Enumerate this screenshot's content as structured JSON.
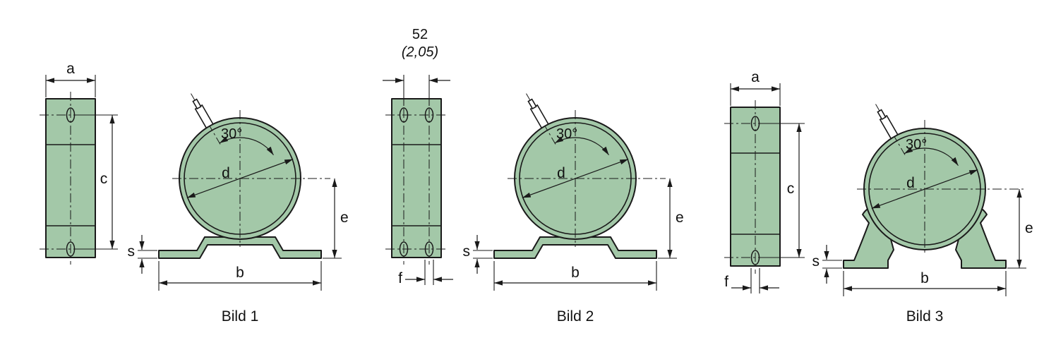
{
  "colors": {
    "part_fill": "#a3c8a8",
    "line": "#1a1a1a",
    "background": "#ffffff"
  },
  "top_dimension": {
    "value": "52",
    "tolerance": "(2,05)"
  },
  "figures": [
    {
      "caption": "Bild 1",
      "dims": {
        "a": "a",
        "c": "c",
        "d": "d",
        "e": "e",
        "b": "b",
        "s": "s",
        "angle": "30°"
      }
    },
    {
      "caption": "Bild 2",
      "dims": {
        "f": "f",
        "d": "d",
        "e": "e",
        "b": "b",
        "s": "s",
        "angle": "30°"
      }
    },
    {
      "caption": "Bild 3",
      "dims": {
        "a": "a",
        "c": "c",
        "f": "f",
        "d": "d",
        "e": "e",
        "b": "b",
        "s": "s",
        "angle": "30°"
      }
    }
  ]
}
